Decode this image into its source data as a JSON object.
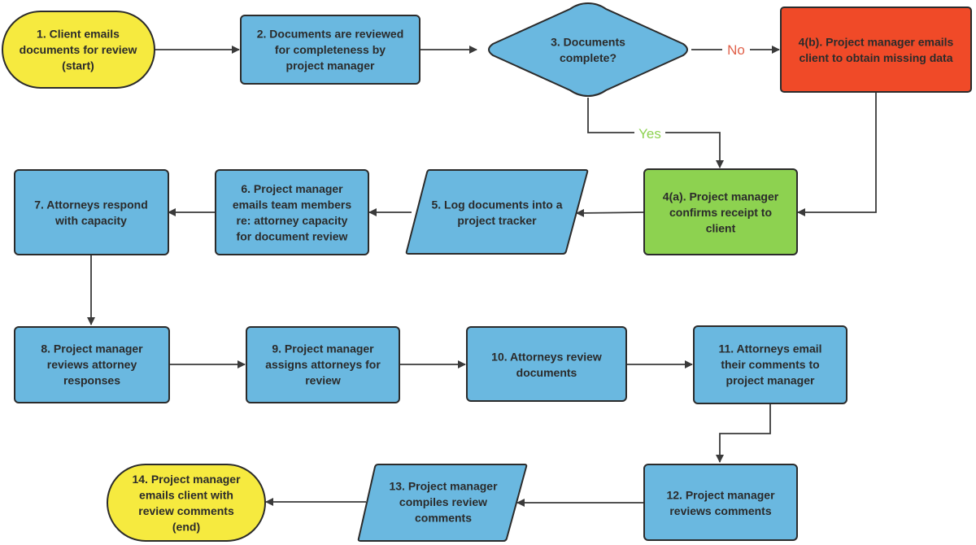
{
  "colors": {
    "terminal": "#f6ea3f",
    "process": "#6ab8e0",
    "decision": "#6ab8e0",
    "alert": "#f04a28",
    "confirm": "#8dd250",
    "stroke": "#2b2b2b",
    "no_label": "#e0614a",
    "yes_label": "#8dd250"
  },
  "nodes": {
    "n1": {
      "lines": [
        "1. Client emails",
        "documents for review",
        "(start)"
      ]
    },
    "n2": {
      "lines": [
        "2. Documents are reviewed",
        "for completeness by",
        "project manager"
      ]
    },
    "n3": {
      "lines": [
        "3. Documents",
        "complete?"
      ]
    },
    "n4b": {
      "lines": [
        "4(b). Project manager emails",
        "client to obtain missing data"
      ]
    },
    "n4a": {
      "lines": [
        "4(a). Project manager",
        "confirms receipt to",
        "client"
      ]
    },
    "n5": {
      "lines": [
        "5. Log documents into a",
        "project tracker"
      ]
    },
    "n6": {
      "lines": [
        "6. Project manager",
        "emails team members",
        "re: attorney capacity",
        "for document review"
      ]
    },
    "n7": {
      "lines": [
        "7. Attorneys respond",
        "with capacity"
      ]
    },
    "n8": {
      "lines": [
        "8. Project manager",
        "reviews attorney",
        "responses"
      ]
    },
    "n9": {
      "lines": [
        "9. Project manager",
        "assigns attorneys for",
        "review"
      ]
    },
    "n10": {
      "lines": [
        "10. Attorneys review",
        "documents"
      ]
    },
    "n11": {
      "lines": [
        "11. Attorneys email",
        "their comments to",
        "project manager"
      ]
    },
    "n12": {
      "lines": [
        "12. Project manager",
        "reviews comments"
      ]
    },
    "n13": {
      "lines": [
        "13. Project manager",
        "compiles review",
        "comments"
      ]
    },
    "n14": {
      "lines": [
        "14. Project manager",
        "emails client with",
        "review comments",
        "(end)"
      ]
    }
  },
  "edges": {
    "no_label": "No",
    "yes_label": "Yes"
  }
}
